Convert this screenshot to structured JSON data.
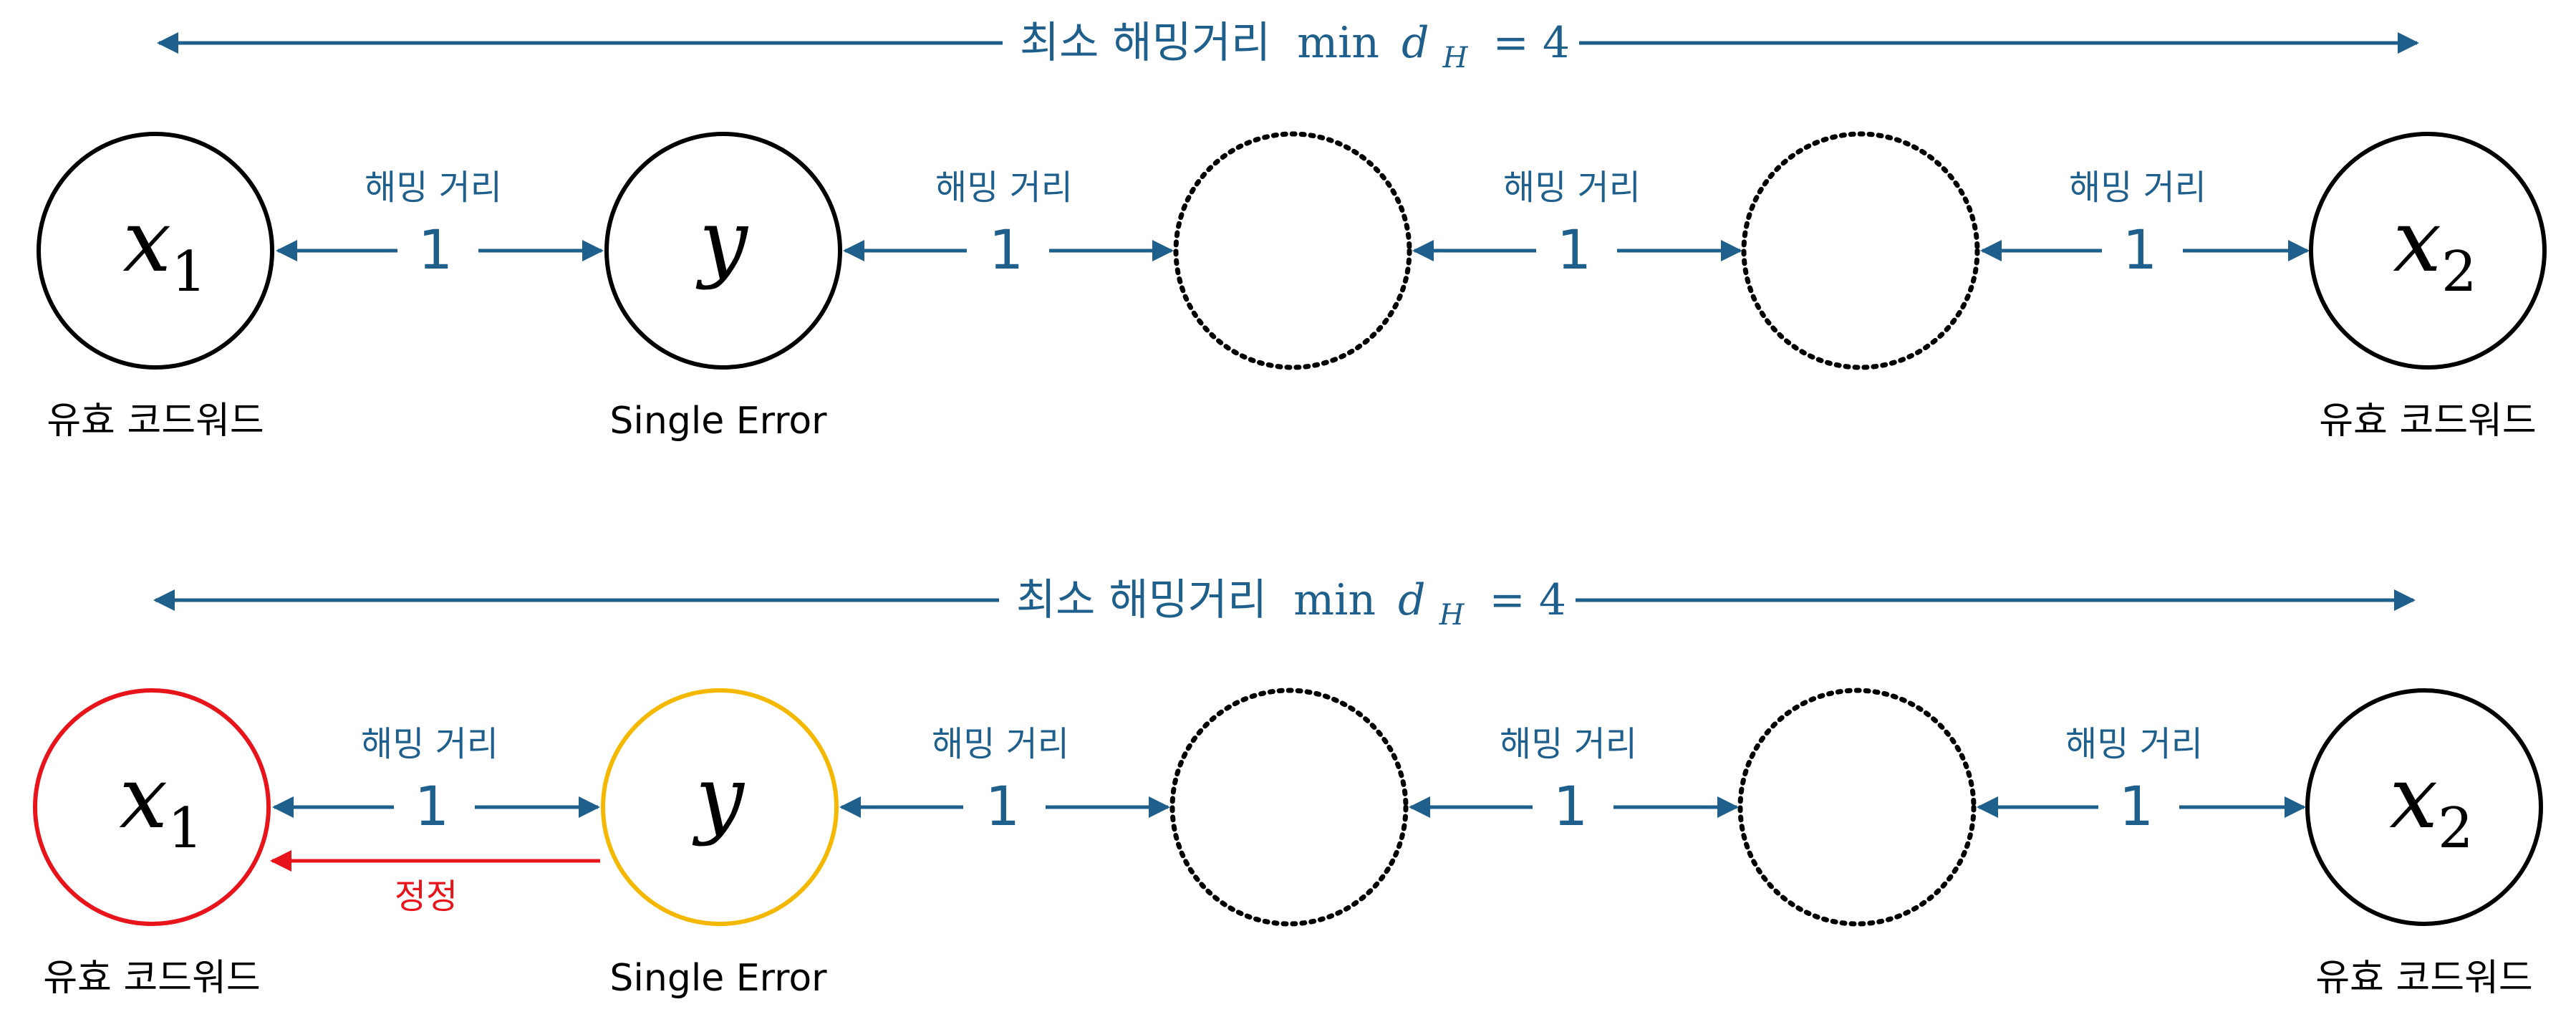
{
  "colors": {
    "blue": "#1f5f8b",
    "black": "#000000",
    "red": "#e8141c",
    "yellow": "#f5b800"
  },
  "panels": [
    {
      "distance_title": {
        "prefix": "최소 해밍거리",
        "fn": "min",
        "var": "d",
        "sub": "H",
        "rhs": "= 4"
      },
      "nodes": [
        {
          "var": "x",
          "sub": "1",
          "caption": "유효 코드워드"
        },
        {
          "var": "y",
          "sub": "",
          "caption": "Single Error"
        },
        {
          "var": "",
          "sub": "",
          "caption": ""
        },
        {
          "var": "",
          "sub": "",
          "caption": ""
        },
        {
          "var": "x",
          "sub": "2",
          "caption": "유효 코드워드"
        }
      ],
      "edges": [
        {
          "title": "해밍 거리",
          "value": "1"
        },
        {
          "title": "해밍 거리",
          "value": "1"
        },
        {
          "title": "해밍 거리",
          "value": "1"
        },
        {
          "title": "해밍 거리",
          "value": "1"
        }
      ]
    },
    {
      "distance_title": {
        "prefix": "최소 해밍거리",
        "fn": "min",
        "var": "d",
        "sub": "H",
        "rhs": "= 4"
      },
      "nodes": [
        {
          "var": "x",
          "sub": "1",
          "caption": "유효 코드워드"
        },
        {
          "var": "y",
          "sub": "",
          "caption": "Single Error"
        },
        {
          "var": "",
          "sub": "",
          "caption": ""
        },
        {
          "var": "",
          "sub": "",
          "caption": ""
        },
        {
          "var": "x",
          "sub": "2",
          "caption": "유효 코드워드"
        }
      ],
      "edges": [
        {
          "title": "해밍 거리",
          "value": "1"
        },
        {
          "title": "해밍 거리",
          "value": "1"
        },
        {
          "title": "해밍 거리",
          "value": "1"
        },
        {
          "title": "해밍 거리",
          "value": "1"
        }
      ],
      "correction_label": "정정"
    }
  ]
}
